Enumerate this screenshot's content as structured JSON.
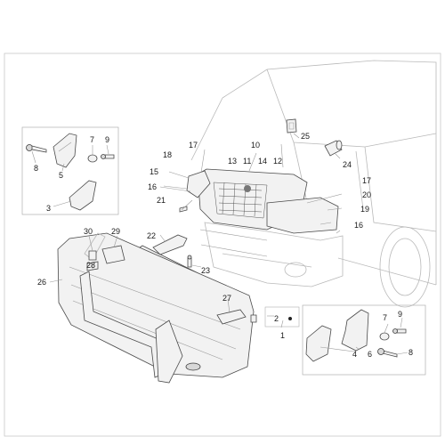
{
  "labels": {
    "l1": "1",
    "l2": "2",
    "l3": "3",
    "l4": "4",
    "l5": "5",
    "l6": "6",
    "l7a": "7",
    "l7b": "7",
    "l8a": "8",
    "l8b": "8",
    "l9a": "9",
    "l9b": "9",
    "l10": "10",
    "l11": "11",
    "l12": "12",
    "l13": "13",
    "l14": "14",
    "l15": "15",
    "l16a": "16",
    "l16b": "16",
    "l17a": "17",
    "l17b": "17",
    "l18": "18",
    "l19": "19",
    "l20": "20",
    "l21": "21",
    "l22": "22",
    "l23": "23",
    "l24": "24",
    "l25": "25",
    "l26": "26",
    "l27": "27",
    "l28": "28",
    "l29": "29",
    "l30": "30"
  },
  "colors": {
    "line": "#9a9a9a",
    "part": "#4a4a4a",
    "ghost": "#b9b9b9",
    "text": "#1a1a1a"
  }
}
